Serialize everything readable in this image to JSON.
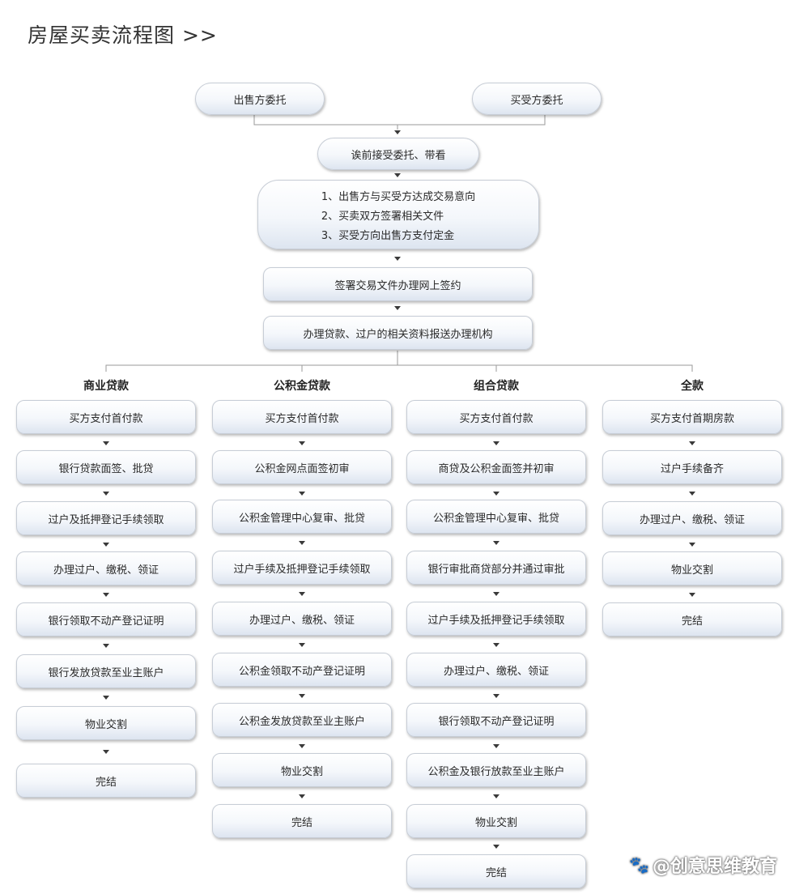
{
  "title": "房屋买卖流程图 >>",
  "top": {
    "seller": "出售方委托",
    "buyer": "买受方委托",
    "agent": "诶前接受委托、带看",
    "steps": [
      "1、出售方与买受方达成交易意向",
      "2、买卖双方签署相关文件",
      "3、买受方向出售方支付定金"
    ],
    "sign": "签署交易文件办理网上签约",
    "submit": "办理贷款、过户的相关资料报送办理机构"
  },
  "columns": [
    {
      "header": "商业贷款",
      "steps": [
        "买方支付首付款",
        "银行贷款面签、批贷",
        "过户及抵押登记手续领取",
        "办理过户、缴税、领证",
        "银行领取不动产登记证明",
        "银行发放贷款至业主账户",
        "物业交割",
        "完结"
      ]
    },
    {
      "header": "公积金贷款",
      "steps": [
        "买方支付首付款",
        "公积金网点面签初审",
        "公积金管理中心复审、批贷",
        "过户手续及抵押登记手续领取",
        "办理过户、缴税、领证",
        "公积金领取不动产登记证明",
        "公积金发放贷款至业主账户",
        "物业交割",
        "完结"
      ]
    },
    {
      "header": "组合贷款",
      "steps": [
        "买方支付首付款",
        "商贷及公积金面签并初审",
        "公积金管理中心复审、批贷",
        "银行审批商贷部分并通过审批",
        "过户手续及抵押登记手续领取",
        "办理过户、缴税、领证",
        "银行领取不动产登记证明",
        "公积金及银行放款至业主账户",
        "物业交割",
        "完结"
      ]
    },
    {
      "header": "全款",
      "steps": [
        "买方支付首期房款",
        "过户手续备齐",
        "办理过户、缴税、领证",
        "物业交割",
        "完结"
      ]
    }
  ],
  "watermark": "@创意思维教育",
  "watermark_icon": "paw-icon"
}
